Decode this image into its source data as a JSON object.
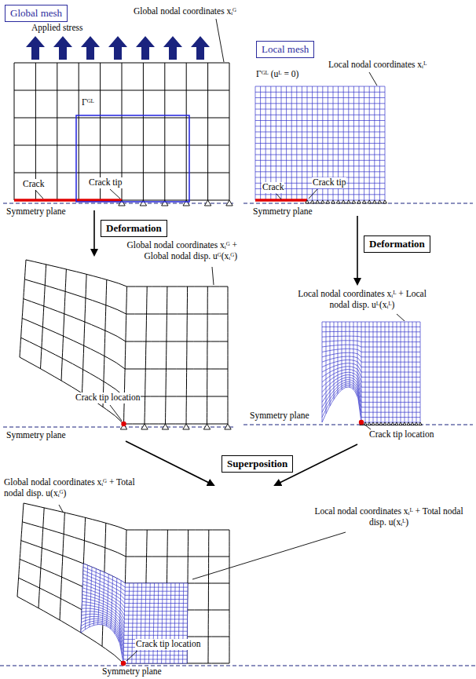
{
  "diagram": {
    "nodes": [
      {
        "text": [
          "Global mesh"
        ]
      },
      {
        "text": [
          "Local mesh"
        ]
      },
      {
        "text": [
          "Deformation"
        ]
      },
      {
        "text": [
          "Deformation"
        ]
      },
      {
        "text": [
          "Superposition"
        ]
      }
    ],
    "labels": [
      "Applied stress",
      "Global nodal coordinates xᵢᴳ",
      "Γᴳᴸ",
      "Crack",
      "Crack tip",
      "Symmetry plane",
      "Local nodal coordinates xᵢᴸ",
      "Γᴳᴸ (uᴸ = 0)",
      "Crack",
      "Crack tip",
      "Symmetry plane",
      "Global nodal coordinates xᵢᴳ + Global nodal disp. uᴳ(xᵢᴳ)",
      "Crack tip location",
      "Symmetry plane",
      "Local nodal coordinates xᵢᴸ + Local nodal disp. uᴸ(xᵢᴸ)",
      "Symmetry plane",
      "Crack tip location",
      "Global nodal coordinates xᵢᴳ + Total nodal disp. u(xᵢᴳ)",
      "Local nodal coordinates xᵢᴸ + Total nodal disp. u(xᵢᴸ)",
      "Crack tip location",
      "Symmetry plane"
    ]
  }
}
